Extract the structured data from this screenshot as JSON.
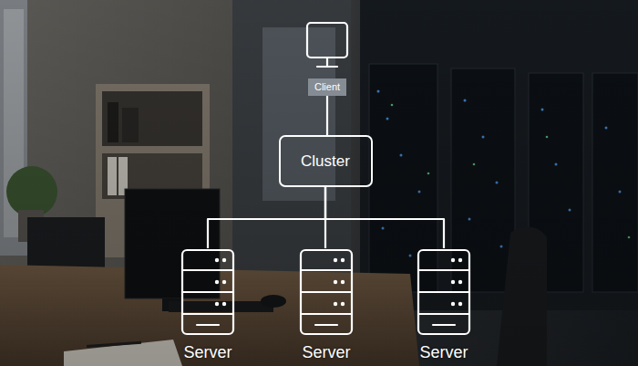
{
  "diagram": {
    "nodes": [
      {
        "text": [
          "Client"
        ]
      },
      {
        "text": [
          "Cluster"
        ]
      },
      {
        "text": [
          "Server"
        ]
      },
      {
        "text": [
          "Server"
        ]
      },
      {
        "text": [
          "Server"
        ]
      }
    ],
    "edges": [
      {
        "from": 0,
        "to": 1,
        "arrow": "none"
      },
      {
        "from": 1,
        "to": 2,
        "arrow": "none"
      },
      {
        "from": 1,
        "to": 3,
        "arrow": "none"
      },
      {
        "from": 1,
        "to": 4,
        "arrow": "none"
      }
    ]
  }
}
